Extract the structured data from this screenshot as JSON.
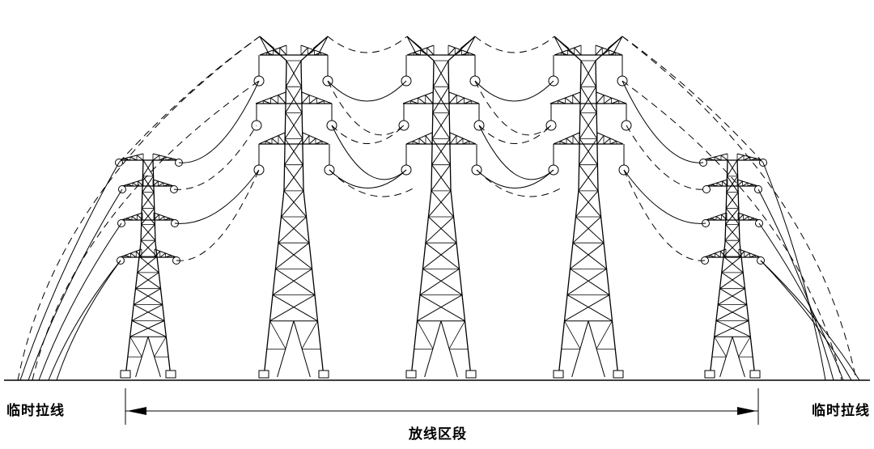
{
  "labels": {
    "left_guy": "临时拉线",
    "right_guy": "临时拉线",
    "section": "放线区段"
  },
  "colors": {
    "line": "#000000",
    "background": "#ffffff"
  },
  "diagram": {
    "large_towers": 3,
    "small_towers": 2
  }
}
